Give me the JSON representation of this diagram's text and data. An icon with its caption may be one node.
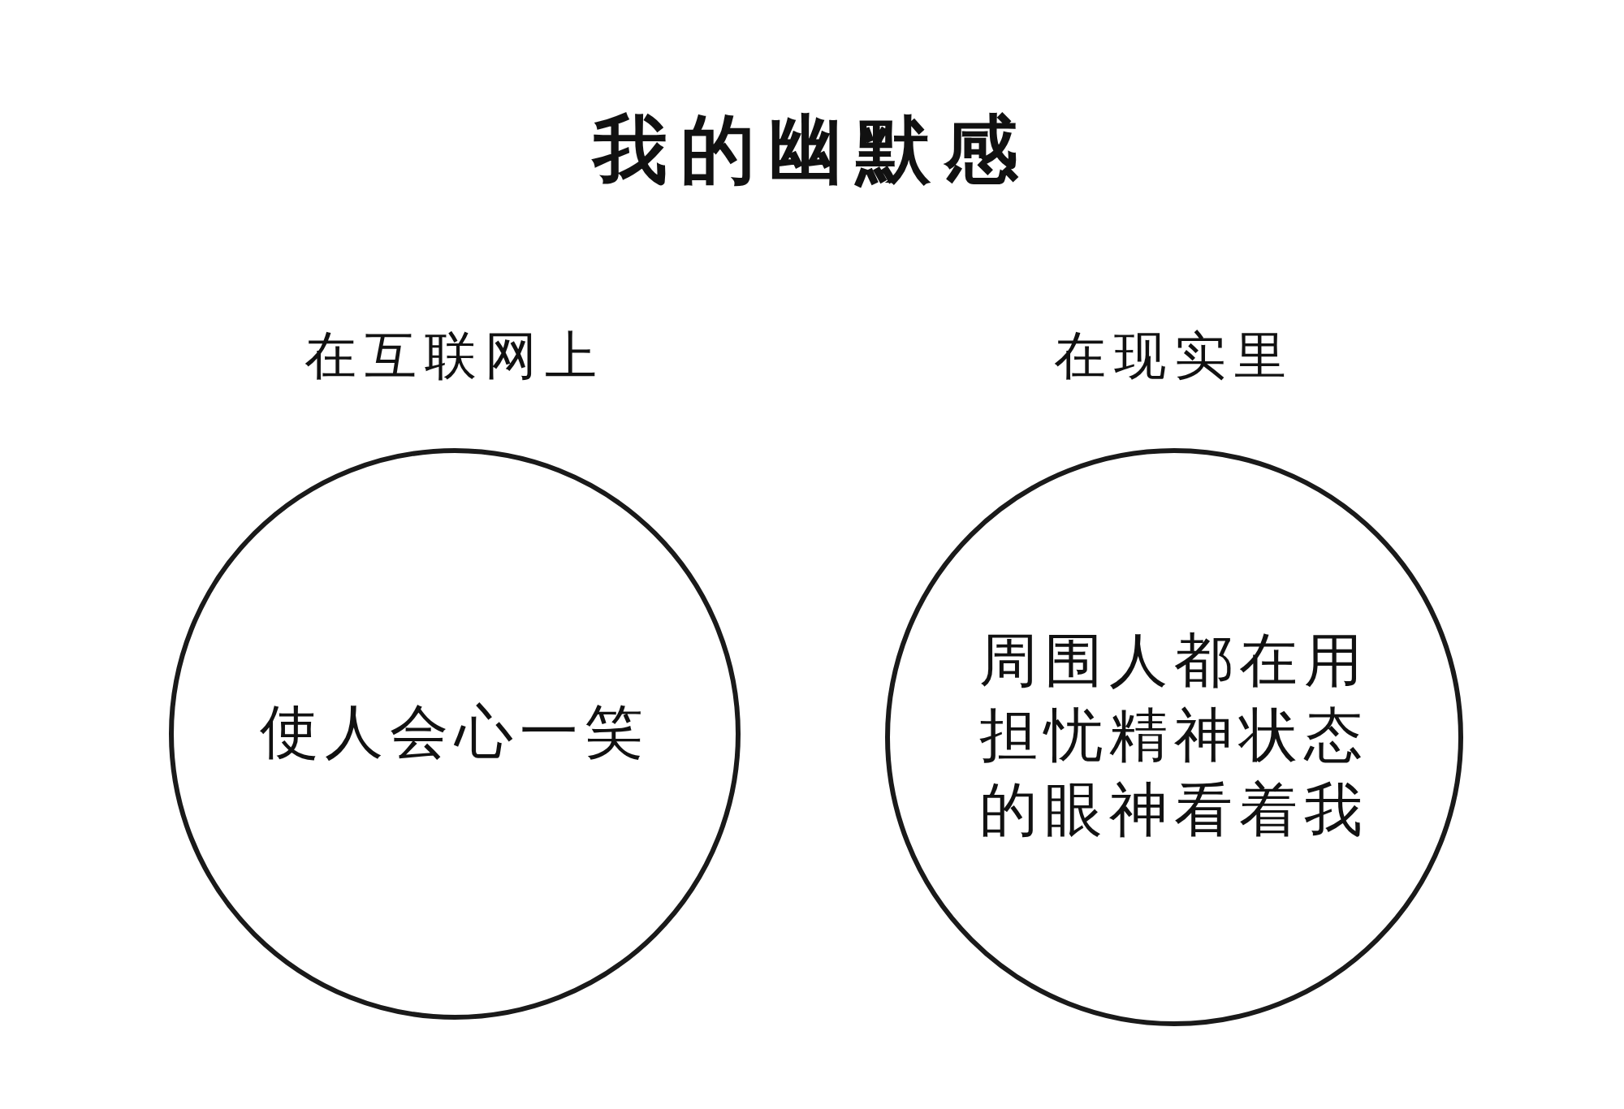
{
  "diagram": {
    "title": "我的幽默感",
    "nodes": [
      {
        "text": [
          "在互联网上",
          "使人会心一笑"
        ]
      },
      {
        "text": [
          "在现实里",
          "周围人都在用担忧精神状态的眼神看着我"
        ]
      }
    ]
  }
}
